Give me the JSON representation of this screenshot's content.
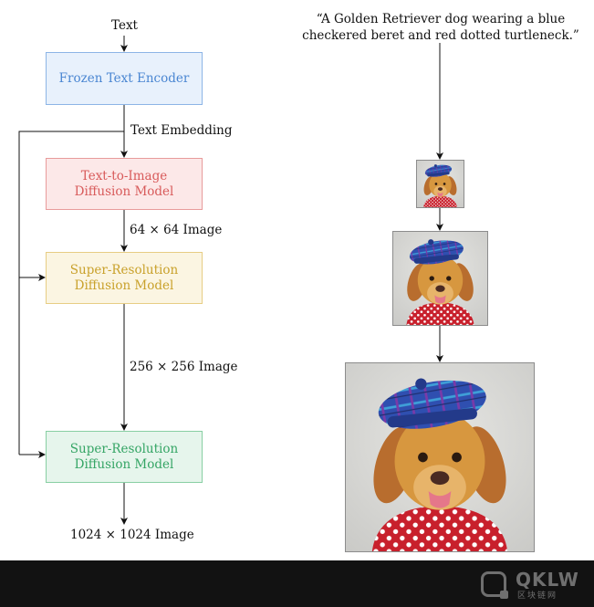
{
  "pipeline": {
    "input_label": "Text",
    "encoder_label": "Frozen Text Encoder",
    "embedding_label": "Text Embedding",
    "t2i_line1": "Text-to-Image",
    "t2i_line2": "Diffusion Model",
    "out64_label": "64 × 64 Image",
    "sr1_line1": "Super-Resolution",
    "sr1_line2": "Diffusion Model",
    "out256_label": "256 × 256 Image",
    "sr2_line1": "Super-Resolution",
    "sr2_line2": "Diffusion Model",
    "out1024_label": "1024 × 1024 Image"
  },
  "example": {
    "prompt_line1": "“A Golden Retriever dog wearing a blue",
    "prompt_line2": "checkered beret and red dotted turtleneck.”"
  },
  "colors": {
    "encoder": "#4a86d2",
    "t2i": "#d85a5a",
    "sr1": "#c9a12b",
    "sr2": "#35a565"
  },
  "watermark": {
    "brand": "QKLW",
    "subtitle": "区块链网"
  }
}
